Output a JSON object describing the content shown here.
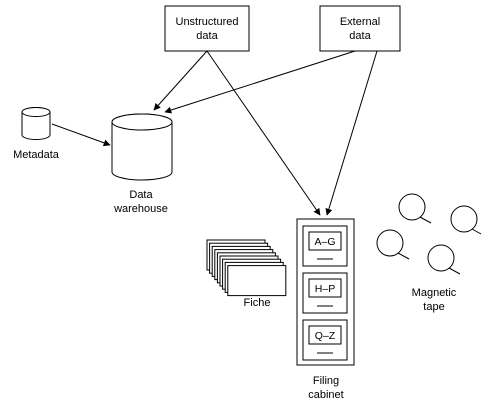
{
  "nodes": {
    "unstructured": {
      "line1": "Unstructured",
      "line2": "data"
    },
    "external": {
      "line1": "External",
      "line2": "data"
    },
    "metadata": {
      "label": "Metadata"
    },
    "warehouse": {
      "line1": "Data",
      "line2": "warehouse"
    },
    "fiche": {
      "label": "Fiche"
    },
    "cabinet": {
      "line1": "Filing",
      "line2": "cabinet",
      "drawers": [
        "A–G",
        "H–P",
        "Q–Z"
      ]
    },
    "tape": {
      "line1": "Magnetic",
      "line2": "tape"
    }
  },
  "colors": {
    "stroke": "#000000",
    "background": "#ffffff"
  }
}
